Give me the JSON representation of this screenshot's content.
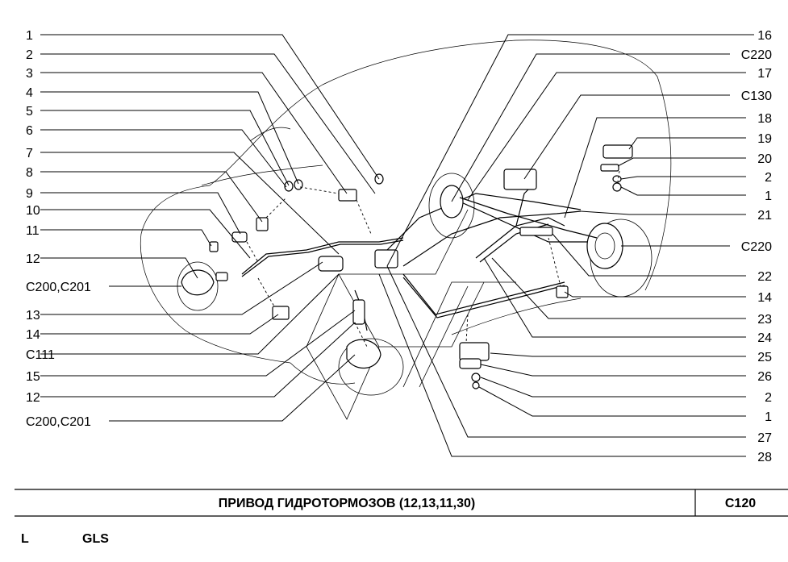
{
  "left_labels": [
    "1",
    "2",
    "3",
    "4",
    "5",
    "6",
    "7",
    "8",
    "9",
    "10",
    "11",
    "12",
    "C200,C201",
    "13",
    "14",
    "C111",
    "15",
    "12",
    "C200,C201"
  ],
  "right_labels": [
    "16",
    "C220",
    "17",
    "C130",
    "18",
    "19",
    "20",
    "2",
    "1",
    "21",
    "C220",
    "22",
    "14",
    "23",
    "24",
    "25",
    "26",
    "2",
    "1",
    "27",
    "28"
  ],
  "footer": {
    "title": "ПРИВОД   ГИДРОТОРМОЗОВ (12,13,11,30)",
    "code": "C120",
    "market": "L",
    "trim": "GLS"
  }
}
